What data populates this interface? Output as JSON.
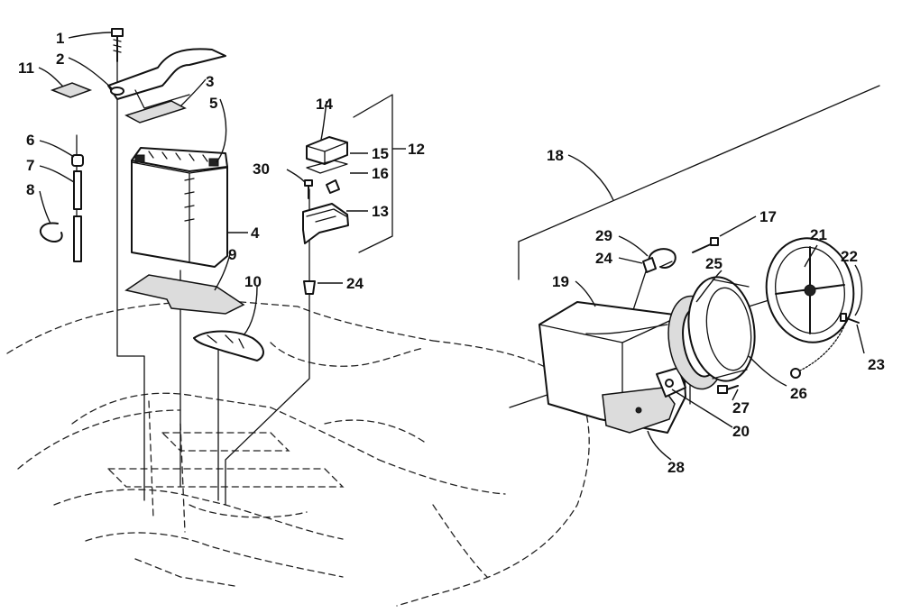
{
  "parts": [
    {
      "id": "1",
      "label": "1"
    },
    {
      "id": "2",
      "label": "2"
    },
    {
      "id": "3",
      "label": "3"
    },
    {
      "id": "4",
      "label": "4"
    },
    {
      "id": "5",
      "label": "5"
    },
    {
      "id": "6",
      "label": "6"
    },
    {
      "id": "7",
      "label": "7"
    },
    {
      "id": "8",
      "label": "8"
    },
    {
      "id": "9",
      "label": "9"
    },
    {
      "id": "10",
      "label": "10"
    },
    {
      "id": "11",
      "label": "11"
    },
    {
      "id": "12",
      "label": "12"
    },
    {
      "id": "13",
      "label": "13"
    },
    {
      "id": "14",
      "label": "14"
    },
    {
      "id": "15",
      "label": "15"
    },
    {
      "id": "16",
      "label": "16"
    },
    {
      "id": "17",
      "label": "17"
    },
    {
      "id": "18",
      "label": "18"
    },
    {
      "id": "19",
      "label": "19"
    },
    {
      "id": "20",
      "label": "20"
    },
    {
      "id": "21",
      "label": "21"
    },
    {
      "id": "22",
      "label": "22"
    },
    {
      "id": "23",
      "label": "23"
    },
    {
      "id": "24a",
      "label": "24"
    },
    {
      "id": "24b",
      "label": "24"
    },
    {
      "id": "25",
      "label": "25"
    },
    {
      "id": "26",
      "label": "26"
    },
    {
      "id": "27",
      "label": "27"
    },
    {
      "id": "28",
      "label": "28"
    },
    {
      "id": "29",
      "label": "29"
    },
    {
      "id": "30",
      "label": "30"
    }
  ]
}
